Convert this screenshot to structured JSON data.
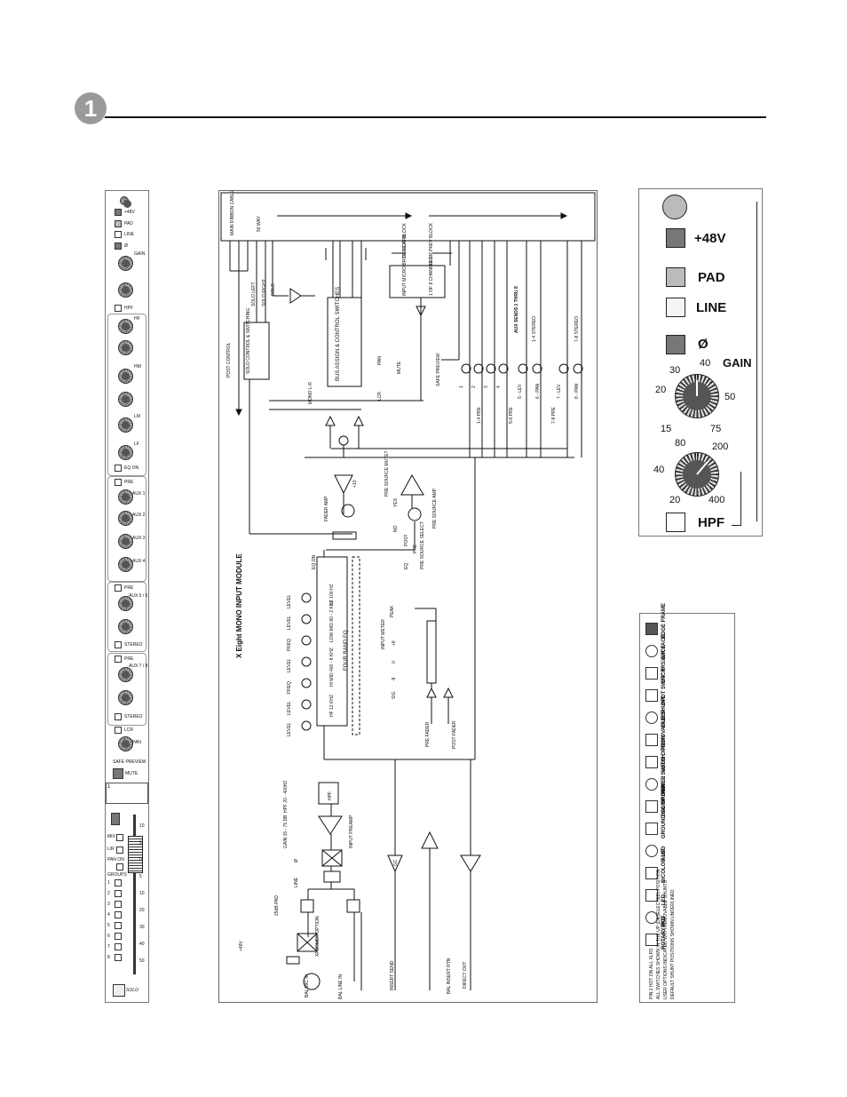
{
  "page": {
    "section_number": "1"
  },
  "strip": {
    "phantom": "+48V",
    "pad": "PAD",
    "line": "LINE",
    "phase": "Ø",
    "gain": "GAIN",
    "hpf": "HPF",
    "hf": "HF",
    "hm": "HM",
    "lm": "LM",
    "lf": "LF",
    "eq_on": "EQ ON",
    "pre": "PRE",
    "aux1": "AUX 1",
    "aux2": "AUX 2",
    "aux3": "AUX 3",
    "aux4": "AUX 4",
    "aux56": "AUX 5 / 6",
    "aux78": "AUX 7 / 8",
    "stereo": "STEREO",
    "lcr": "LCR",
    "pan": "PAN",
    "safe_preview": "SAFE PREVIEW",
    "mute": "MUTE",
    "channel_number": "1",
    "mix": "MIX",
    "lr": "L/R",
    "pan_on": "PAN ON",
    "groups": "GROUPS",
    "group_numbers": [
      "1",
      "2",
      "3",
      "4",
      "5",
      "6",
      "7",
      "8"
    ],
    "fader_scale": [
      "10",
      "5",
      "0",
      "5",
      "10",
      "20",
      "30",
      "40",
      "50"
    ],
    "solo": "SOLO"
  },
  "diagram": {
    "title": "X Eight MONO INPUT MODULE",
    "main_ribbon": "MAIN RIBBON CABLE",
    "fifty_way": "50 WAY",
    "solo_left": "SOLO LEFT",
    "solo_right": "SOLO RIGHT",
    "solo": "SOLO",
    "post_control": "POST CONTROL",
    "solo_control": "SOLO CONTROL & SWITCHING",
    "bus_assign": "BUS ASSIGN & CONTROL SWITCHES",
    "mono_lr": "MONO L-R",
    "lcr": "LCR",
    "pan": "PAN",
    "input_micro": "INPUT MICRO BRIDGE CARD",
    "to_next": "TO NEXT BLOCK",
    "from_prev": "FROM PREV BLOCK",
    "one_of_8": "1 OF 8 CHANNELS",
    "mute": "MUTE",
    "safe_preview": "SAFE PREVIEW",
    "aux_sends": "AUX SENDS 1 THRU 8",
    "aux_14_stereo": "1-4 STEREO",
    "aux_78_stereo": "7-8 STEREO",
    "aux_pre_14": "1-4 PRE",
    "aux_pre_56": "5-6 PRE",
    "aux_pre_78": "7-8 PRE",
    "aux_lev_5": "5 - LEV",
    "aux_pan_6": "6 - PAN",
    "aux_lev_7": "7 - LEV",
    "aux_pan_8": "8 - PAN",
    "aux_nums": [
      "1",
      "2",
      "3",
      "4"
    ],
    "fader_amp": "FADER AMP",
    "plus10": "+10",
    "pre_source_mute": "PRE SOURCE MUTE?",
    "yes": "YES",
    "no": "NO",
    "pre_source_amp": "PRE SOURCE AMP",
    "pre_source_select": "PRE SOURCE SELECT",
    "post": "POST",
    "eq": "EQ",
    "pre": "PRE",
    "eq_on": "EQ ON",
    "four_band_eq": "FOUR BAND EQ",
    "band_lf": "LF 100 HZ",
    "band_lomid": "LOW MID 80 - 2 KHZ",
    "band_himid": "HI MID 400 - 8 KHZ",
    "band_hf": "HF 12 KHZ",
    "level": "LEVEL",
    "freq": "FREQ",
    "input_meter": "INPUT METER",
    "peak": "PEAK",
    "meter_values": [
      "+8",
      "0",
      "-8",
      "SIG"
    ],
    "pre_fader": "PRE FADER",
    "post_fader": "POST FADER",
    "hpf": "HPF",
    "hpf_range": "HPF 20 - 400HZ",
    "gain": "GAIN 15 - 75 DB",
    "input_preamp": "INPUT PREAMP",
    "phase": "Ø",
    "line": "LINE",
    "pad": "25dB PAD",
    "phantom": "+48V",
    "xformer": "XFORMER OPTION",
    "bal_mic_in": "BAL MIC IN",
    "bal_line_in": "BAL LINE IN",
    "insert_send": "INSERT SEND",
    "bal_insert_rtn": "BAL INSERT RTN",
    "direct_out": "DIRECT OUT",
    "gc": "GC"
  },
  "zoom": {
    "phantom": "+48V",
    "pad": "PAD",
    "line": "LINE",
    "phase": "Ø",
    "gain": "GAIN",
    "hpf": "HPF",
    "gain_scale": [
      "30",
      "40",
      "20",
      "50",
      "15",
      "75"
    ],
    "hpf_scale": [
      "80",
      "200",
      "40",
      "20",
      "400"
    ]
  },
  "legend": {
    "items": [
      "EDGE FRAME",
      "XLR JACK",
      "1/4\" TRS JACK",
      "DPDT SWITCH",
      "FADER",
      "REMOVABLE SHUNT",
      "USER OPTION",
      "PANEL SWITCH",
      "BAL DRIVER",
      "GROUND COMP DRIVER",
      "AMP",
      "BICOLOR LED",
      "LED",
      "PAD",
      "ROTARY POT"
    ],
    "notes": [
      "PIN 2 HOT ON ALL XLRS",
      "ALL SWITCHES SHOWN IN THE UP (DESELECTED) POSITION",
      "USER OPTIONS INDICATED WITH REMOVABLE SHUNTS",
      "DEFAULT SHUNT POSITIONS SHOWN UNDERLINED"
    ]
  }
}
